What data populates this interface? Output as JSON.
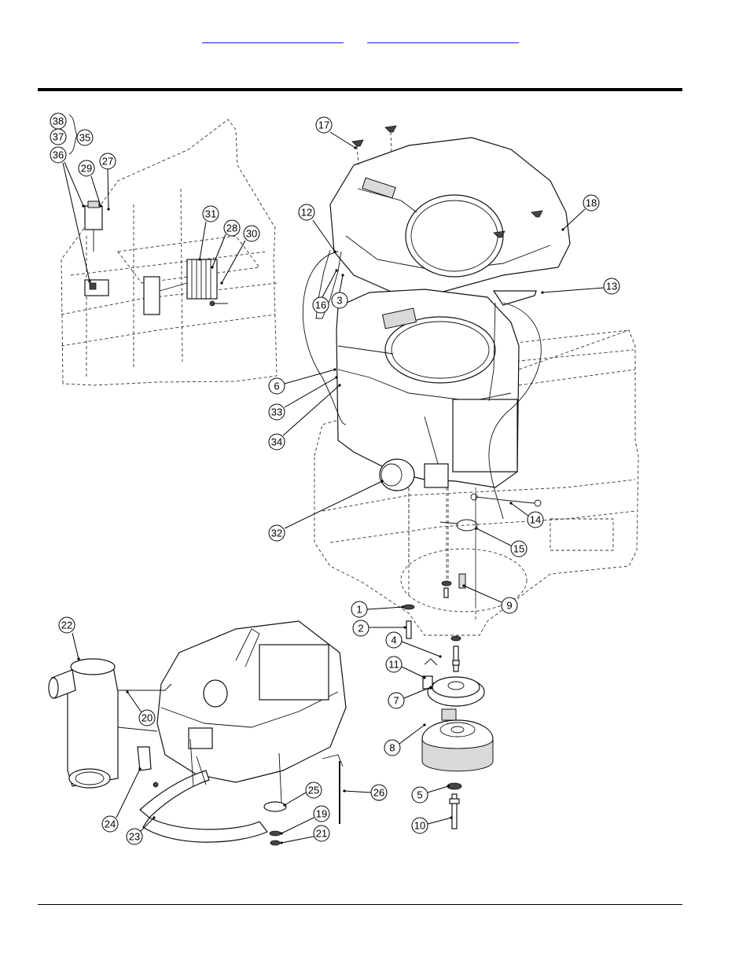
{
  "header": {
    "link_left": "",
    "link_right": ""
  },
  "callouts": [
    {
      "label": "38"
    },
    {
      "label": "37"
    },
    {
      "label": "35"
    },
    {
      "label": "36"
    },
    {
      "label": "29"
    },
    {
      "label": "27"
    },
    {
      "label": "31"
    },
    {
      "label": "28"
    },
    {
      "label": "30"
    },
    {
      "label": "17"
    },
    {
      "label": "18"
    },
    {
      "label": "12"
    },
    {
      "label": "16"
    },
    {
      "label": "3"
    },
    {
      "label": "13"
    },
    {
      "label": "6"
    },
    {
      "label": "33"
    },
    {
      "label": "34"
    },
    {
      "label": "32"
    },
    {
      "label": "14"
    },
    {
      "label": "15"
    },
    {
      "label": "9"
    },
    {
      "label": "1"
    },
    {
      "label": "2"
    },
    {
      "label": "4"
    },
    {
      "label": "11"
    },
    {
      "label": "7"
    },
    {
      "label": "8"
    },
    {
      "label": "5"
    },
    {
      "label": "10"
    },
    {
      "label": "22"
    },
    {
      "label": "20"
    },
    {
      "label": "24"
    },
    {
      "label": "23"
    },
    {
      "label": "25"
    },
    {
      "label": "19"
    },
    {
      "label": "21"
    },
    {
      "label": "26"
    }
  ]
}
